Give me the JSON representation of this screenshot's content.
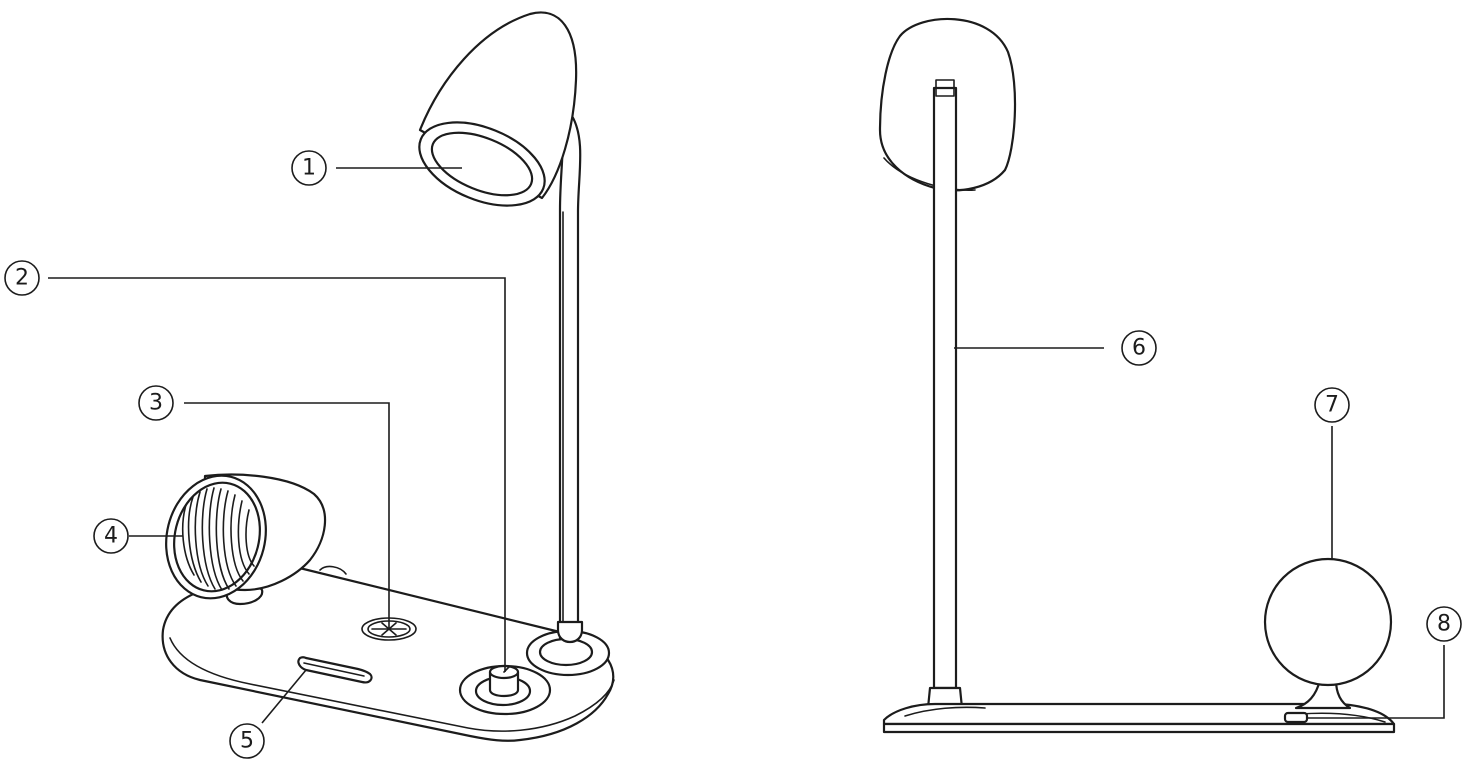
{
  "figure": {
    "views": [
      "perspective-view",
      "side-view"
    ]
  },
  "callouts": [
    {
      "id": "1",
      "label": "①"
    },
    {
      "id": "2",
      "label": "②"
    },
    {
      "id": "3",
      "label": "③"
    },
    {
      "id": "4",
      "label": "④"
    },
    {
      "id": "5",
      "label": "⑤"
    },
    {
      "id": "6",
      "label": "⑥"
    },
    {
      "id": "7",
      "label": "⑦"
    },
    {
      "id": "8",
      "label": "⑧"
    }
  ],
  "colors": {
    "line": "#1c1c1c",
    "background": "#ffffff"
  }
}
